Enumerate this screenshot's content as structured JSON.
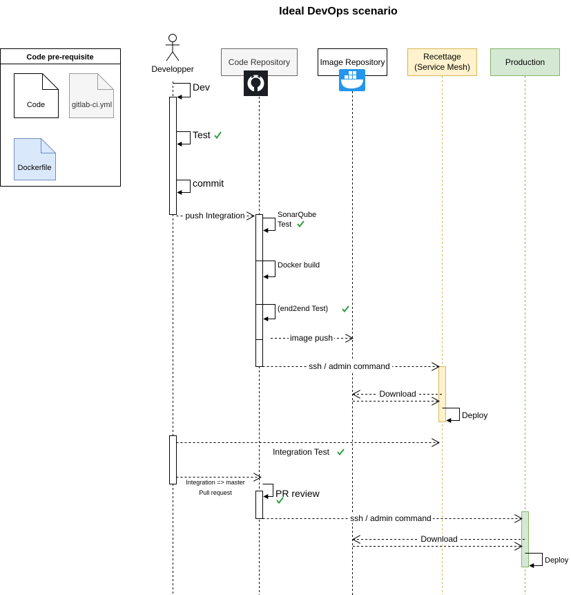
{
  "title": "Ideal DevOps scenario",
  "prereq": {
    "header": "Code pre-requisite",
    "files": [
      "Code",
      "gitlab-ci.yml",
      "Dockerfile"
    ]
  },
  "actors": {
    "developer": "Developper",
    "code_repo": "Code Repository",
    "image_repo": "Image Repository",
    "recette_line1": "Recettage",
    "recette_line2": "(Service Mesh)",
    "production": "Production"
  },
  "icons": {
    "code_repo": "github-icon",
    "image_repo": "docker-icon",
    "developer": "stick-figure-icon",
    "check": "checkmark-icon"
  },
  "messages": {
    "dev": "Dev",
    "test": "Test",
    "commit": "commit",
    "push_integration": "push Integration",
    "sonar_line1": "SonarQube",
    "sonar_line2": "Test",
    "docker_build": "Docker build",
    "end2end": "(end2end Test)",
    "image_push": "image push",
    "ssh_admin_1": "ssh / admin command",
    "download_1": "Download",
    "deploy_1": "Deploy",
    "integration_test": "Integration Test",
    "integration_master": "Integration => master",
    "pull_request": "Pull request",
    "pr_review": "PR review",
    "ssh_admin_2": "ssh / admin command",
    "download_2": "Download",
    "deploy_2": "Deploy"
  },
  "colors": {
    "recette_fill": "#fff2cc",
    "recette_stroke": "#d6b656",
    "production_fill": "#d5e8d4",
    "production_stroke": "#82b366",
    "dockerfile_fill": "#dae8fc",
    "dockerfile_stroke": "#6c8ebf",
    "gitlab_fill": "#f5f5f5",
    "check": "#2e9e3e",
    "docker_blue": "#2496ed"
  }
}
